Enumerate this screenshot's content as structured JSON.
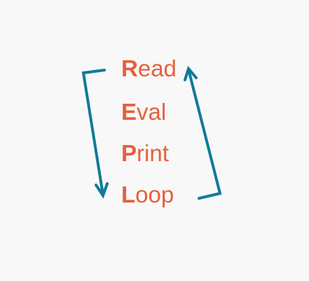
{
  "words": [
    {
      "id": "read",
      "initial": "R",
      "rest": "ead"
    },
    {
      "id": "eval",
      "initial": "E",
      "rest": "val"
    },
    {
      "id": "print",
      "initial": "P",
      "rest": "rint"
    },
    {
      "id": "loop",
      "initial": "L",
      "rest": "oop"
    }
  ],
  "colors": {
    "text": "#e8603c",
    "arrow": "#117a9a",
    "background": "#f8f8f8"
  }
}
